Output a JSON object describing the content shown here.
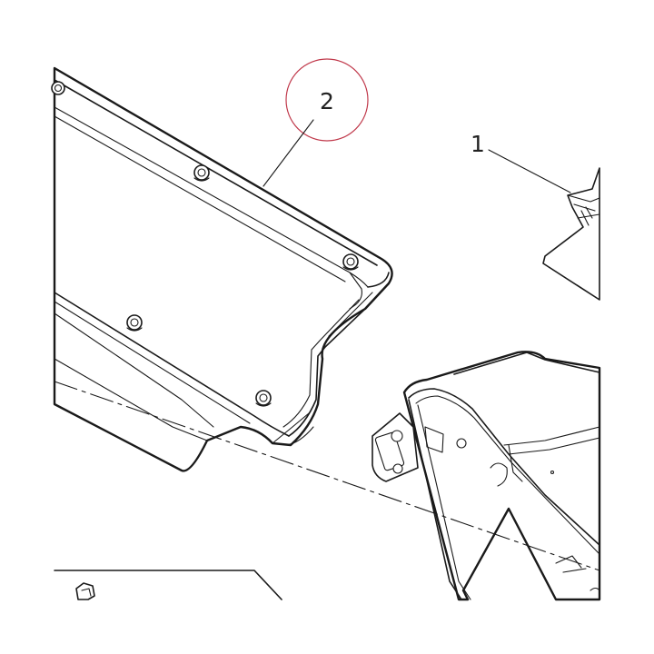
{
  "diagram": {
    "callouts": [
      {
        "id": "part-2",
        "label": "2",
        "highlighted": true
      },
      {
        "id": "part-1",
        "label": "1",
        "highlighted": false
      }
    ],
    "colors": {
      "line": "#1a1a1a",
      "highlight_circle": "#c0394b",
      "background": "#ffffff"
    }
  }
}
